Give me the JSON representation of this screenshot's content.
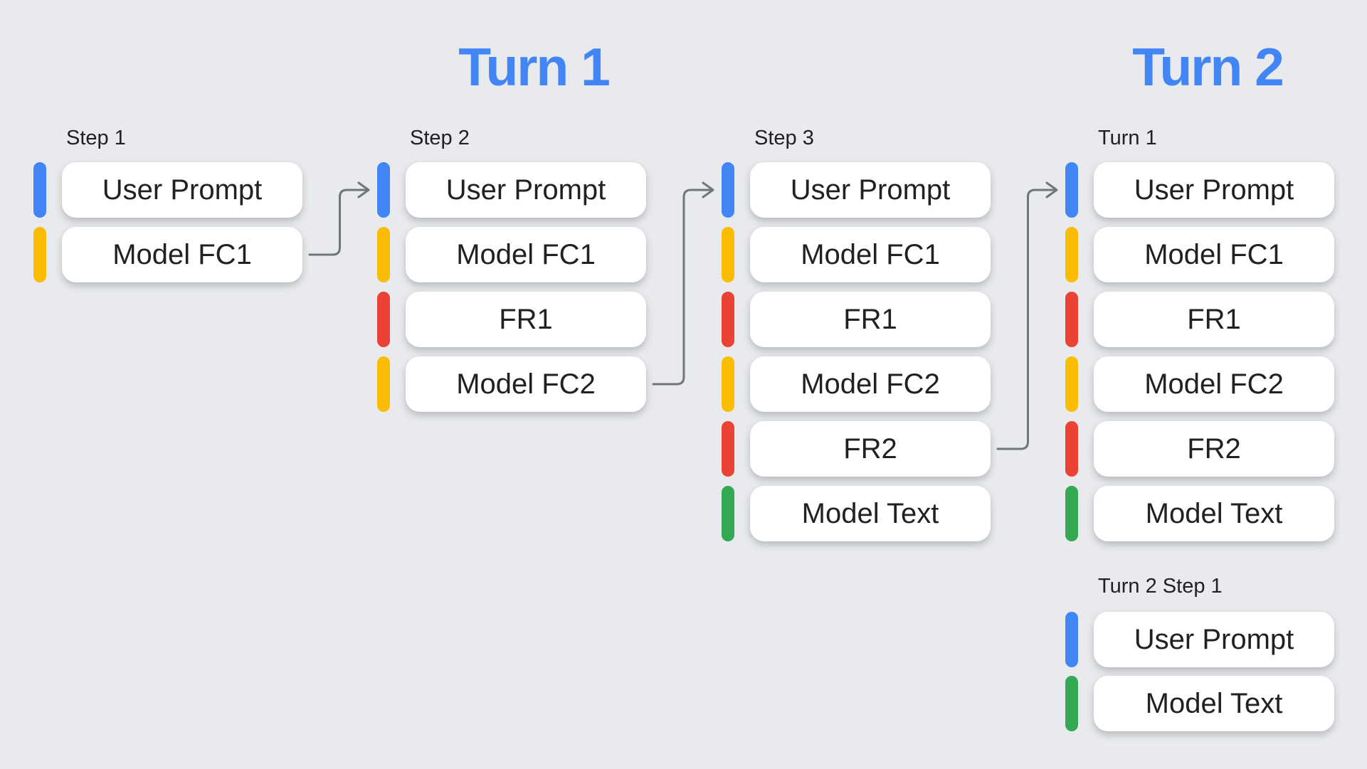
{
  "palette": {
    "background": "#E8EAED",
    "heading_blue": "#4285F4",
    "text_dark": "#202124",
    "arrow_gray": "#70757A",
    "box_bg": "#FFFFFF",
    "bar_colors": {
      "blue": "#4285F4",
      "yellow": "#FBBC04",
      "red": "#EA4335",
      "green": "#34A853"
    }
  },
  "headings": {
    "turn1": "Turn 1",
    "turn2": "Turn 2"
  },
  "columns": [
    {
      "label": "Step 1",
      "boxes": [
        {
          "text": "User Prompt",
          "color": "blue"
        },
        {
          "text": "Model FC1",
          "color": "yellow"
        }
      ]
    },
    {
      "label": "Step 2",
      "boxes": [
        {
          "text": "User Prompt",
          "color": "blue"
        },
        {
          "text": "Model FC1",
          "color": "yellow"
        },
        {
          "text": "FR1",
          "color": "red"
        },
        {
          "text": "Model FC2",
          "color": "yellow"
        }
      ]
    },
    {
      "label": "Step 3",
      "boxes": [
        {
          "text": "User Prompt",
          "color": "blue"
        },
        {
          "text": "Model FC1",
          "color": "yellow"
        },
        {
          "text": "FR1",
          "color": "red"
        },
        {
          "text": "Model FC2",
          "color": "yellow"
        },
        {
          "text": "FR2",
          "color": "red"
        },
        {
          "text": "Model Text",
          "color": "green"
        }
      ]
    },
    {
      "label": "Turn 1",
      "boxes": [
        {
          "text": "User Prompt",
          "color": "blue"
        },
        {
          "text": "Model FC1",
          "color": "yellow"
        },
        {
          "text": "FR1",
          "color": "red"
        },
        {
          "text": "Model FC2",
          "color": "yellow"
        },
        {
          "text": "FR2",
          "color": "red"
        },
        {
          "text": "Model Text",
          "color": "green"
        }
      ]
    }
  ],
  "turn2_group": {
    "label": "Turn 2 Step 1",
    "boxes": [
      {
        "text": "User Prompt",
        "color": "blue"
      },
      {
        "text": "Model Text",
        "color": "green"
      }
    ]
  },
  "arrows": [
    {
      "from": "Step 1 / Model FC1",
      "to": "Step 2 / User Prompt",
      "from_col": 0,
      "from_row": 1,
      "to_col": 1,
      "to_row": 0
    },
    {
      "from": "Step 2 / Model FC2",
      "to": "Step 3 / User Prompt",
      "from_col": 1,
      "from_row": 3,
      "to_col": 2,
      "to_row": 0
    },
    {
      "from": "Step 3 / FR2",
      "to": "Turn 1 / User Prompt",
      "from_col": 2,
      "from_row": 4,
      "to_col": 3,
      "to_row": 0
    }
  ]
}
